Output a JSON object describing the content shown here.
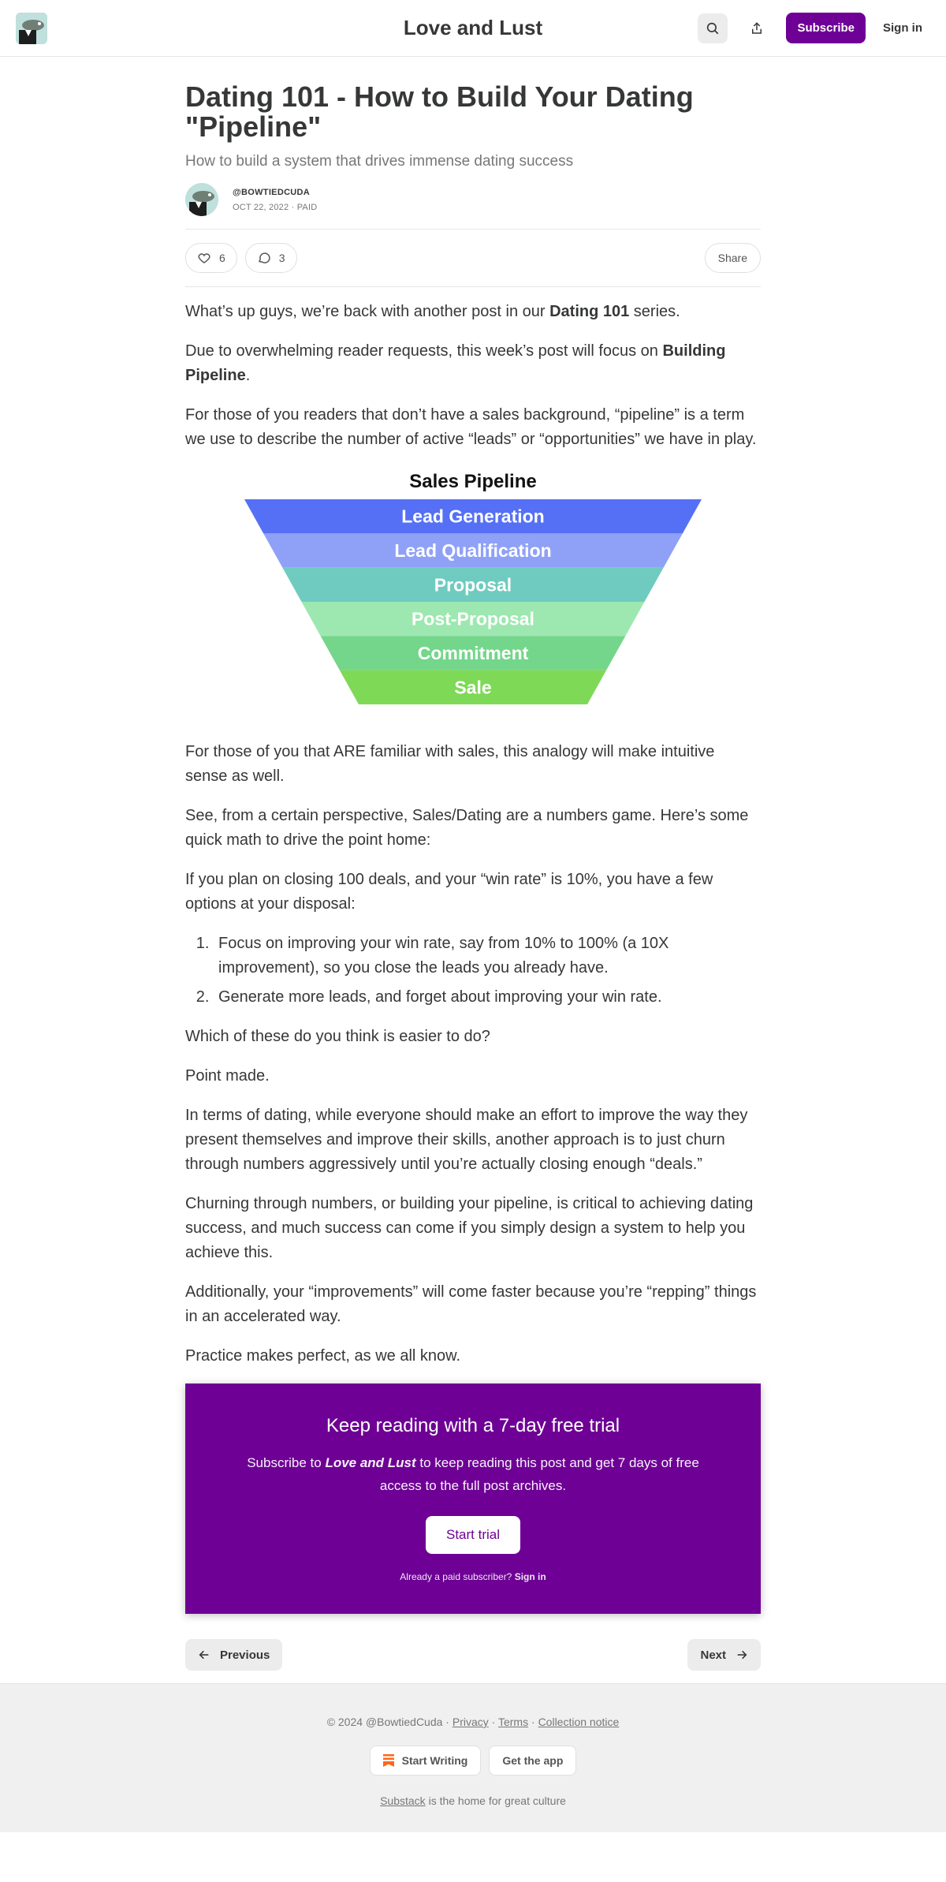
{
  "header": {
    "site_title": "Love and Lust",
    "subscribe_label": "Subscribe",
    "signin_label": "Sign in"
  },
  "post": {
    "title": "Dating 101 - How to Build Your Dating \"Pipeline\"",
    "subtitle": "How to build a system that drives immense dating success",
    "author": "@BOWTIEDCUDA",
    "date": "OCT 22, 2022",
    "access": "PAID",
    "likes": "6",
    "comments": "3",
    "share_label": "Share"
  },
  "body": {
    "p1_a": "What’s up guys, we’re back with another post in our ",
    "p1_b": "Dating 101",
    "p1_c": " series.",
    "p2_a": "Due to overwhelming reader requests, this week’s post will focus on ",
    "p2_b": "Building Pipeline",
    "p2_c": ".",
    "p3": "For those of you readers that don’t have a sales background, “pipeline” is a term we use to describe the number of active “leads” or “opportunities” we have in play.",
    "p4": "For those of you that ARE familiar with sales, this analogy will make intuitive sense as well.",
    "p5": "See, from a certain perspective, Sales/Dating are a numbers game. Here’s some quick math to drive the point home:",
    "p6": "If you plan on closing 100 deals, and your “win rate” is 10%, you have a few options at your disposal:",
    "list": [
      "Focus on improving your win rate, say from 10% to 100% (a 10X improvement), so you close the leads you already have.",
      "Generate more leads, and forget about improving your win rate."
    ],
    "p7": "Which of these do you think is easier to do?",
    "p8": "Point made.",
    "p9": "In terms of dating, while everyone should make an effort to improve the way they present themselves and improve their skills, another approach is to just churn through numbers aggressively until you’re actually closing enough “deals.”",
    "p10": "Churning through numbers, or building your pipeline, is critical to achieving dating success, and much success can come if you simply design a system to help you achieve this.",
    "p11": "Additionally, your “improvements” will come faster because you’re “repping” things in an accelerated way.",
    "p12": "Practice makes perfect, as we all know."
  },
  "figure": {
    "title": "Sales Pipeline",
    "stages": [
      {
        "label": "Lead Generation",
        "color": "#5570f5"
      },
      {
        "label": "Lead Qualification",
        "color": "#8fa1f7"
      },
      {
        "label": "Proposal",
        "color": "#6fcbbf"
      },
      {
        "label": "Post-Proposal",
        "color": "#9de8b0"
      },
      {
        "label": "Commitment",
        "color": "#74d68a"
      },
      {
        "label": "Sale",
        "color": "#7ed957"
      }
    ]
  },
  "paywall": {
    "heading": "Keep reading with a 7-day free trial",
    "text_a": "Subscribe to ",
    "text_pub": "Love and Lust",
    "text_b": " to keep reading this post and get 7 days of free access to the full post archives.",
    "button": "Start trial",
    "small_a": "Already a paid subscriber? ",
    "small_b": "Sign in"
  },
  "nav": {
    "previous": "Previous",
    "next": "Next"
  },
  "footer": {
    "copyright": "© 2024 @BowtiedCuda",
    "privacy": "Privacy",
    "terms": "Terms",
    "collection": "Collection notice",
    "start_writing": "Start Writing",
    "get_app": "Get the app",
    "substack": "Substack",
    "tagline": " is the home for great culture"
  },
  "colors": {
    "accent": "#6e0095",
    "text": "#363737",
    "muted": "#777777"
  }
}
